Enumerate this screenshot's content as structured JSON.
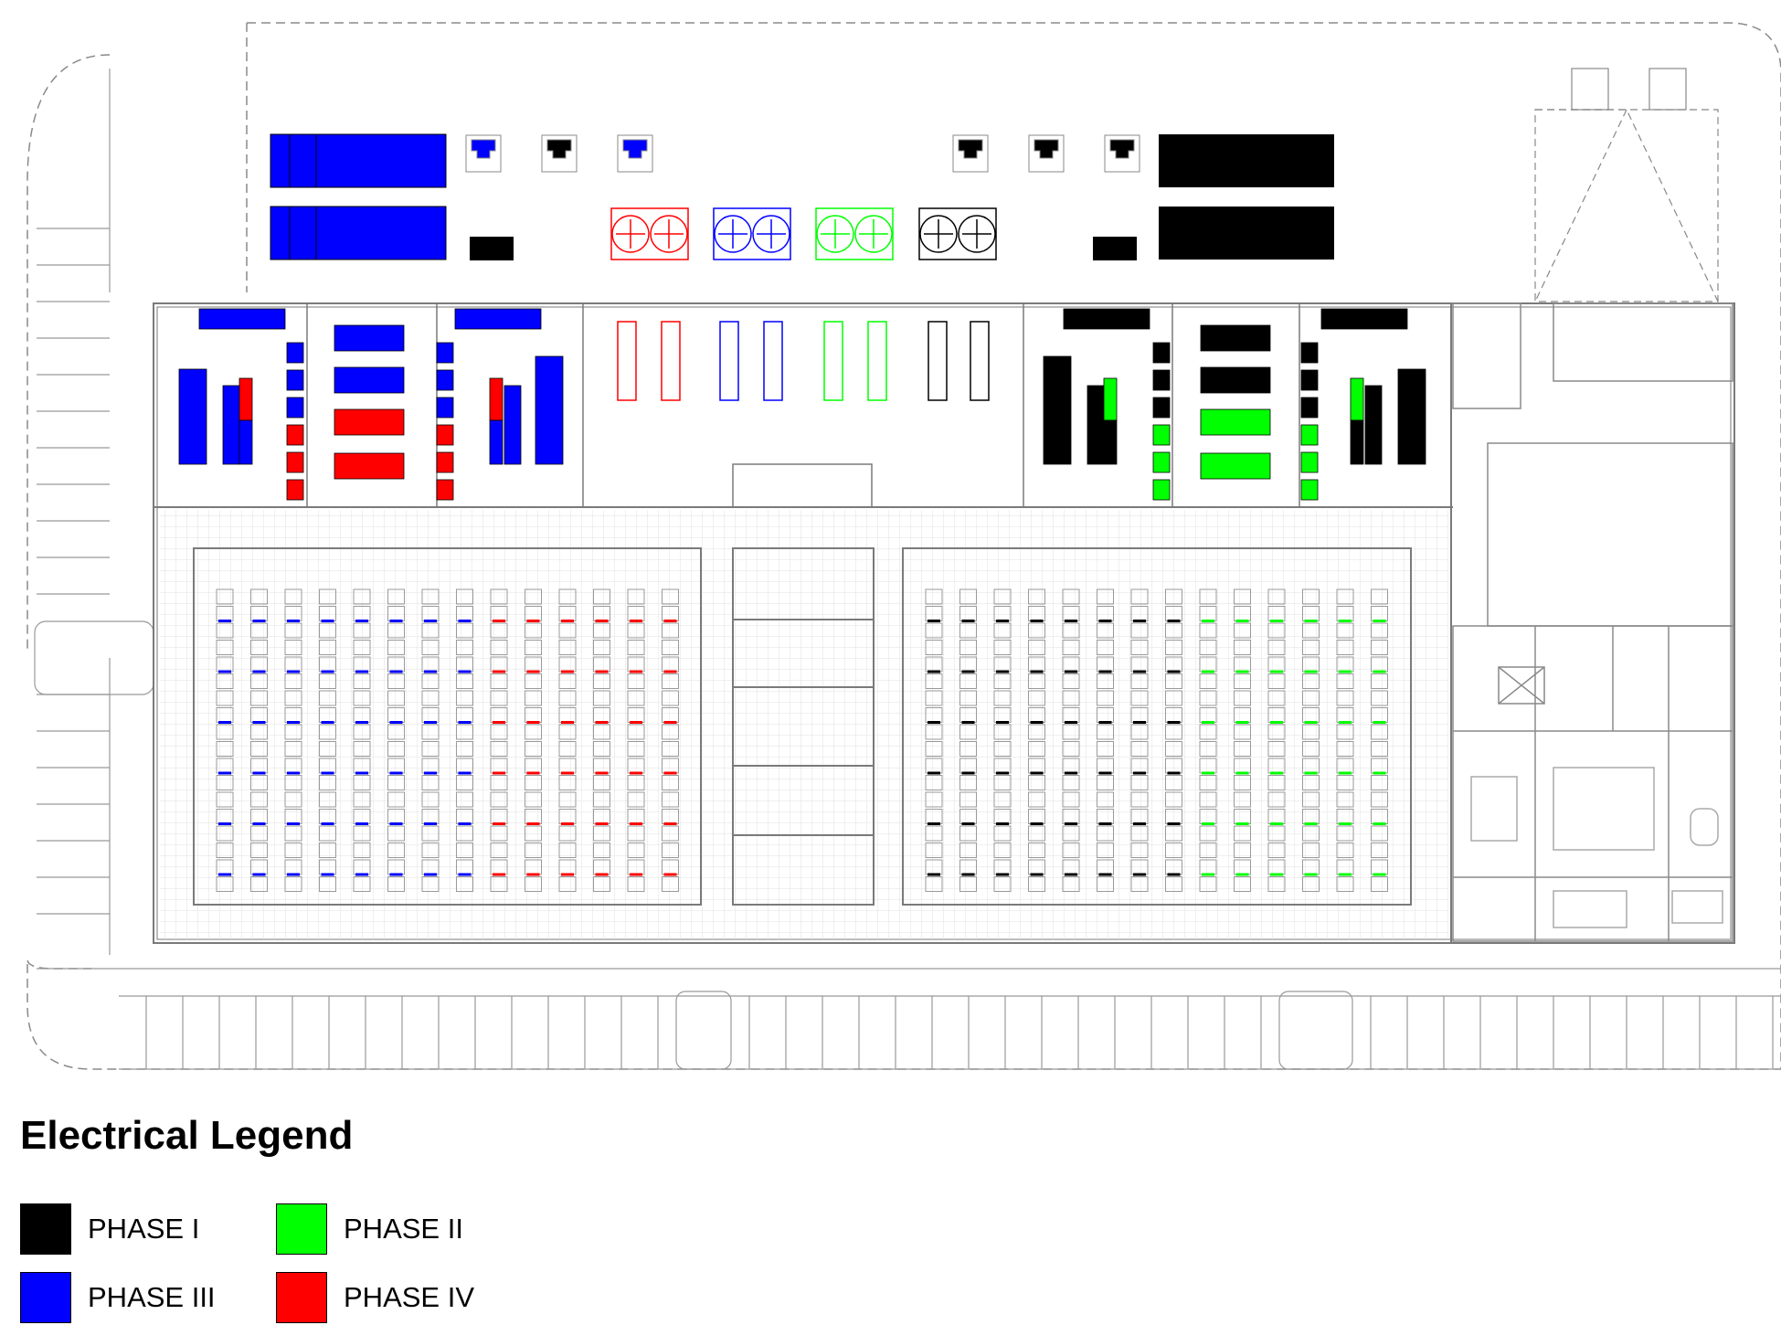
{
  "legend": {
    "title": "Electrical Legend",
    "items": [
      {
        "label": "PHASE I",
        "color": "#000000"
      },
      {
        "label": "PHASE II",
        "color": "#00ff00"
      },
      {
        "label": "PHASE III",
        "color": "#0000ff"
      },
      {
        "label": "PHASE IV",
        "color": "#ff0000"
      }
    ]
  },
  "colors": {
    "line": "#7a7a7a",
    "grid": "#dddddd",
    "phase_1": "#000000",
    "phase_2": "#00ff00",
    "phase_3": "#0000ff",
    "phase_4": "#ff0000"
  }
}
